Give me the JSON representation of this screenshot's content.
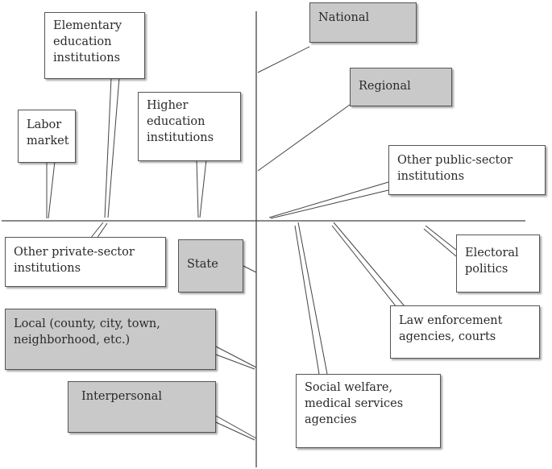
{
  "colors": {
    "shaded_fill": "#c9c9c9",
    "plain_fill": "#ffffff",
    "line": "#444444"
  },
  "labels": {
    "national": "National",
    "regional": "Regional",
    "elementary": "Elementary education institutions",
    "higher": "Higher education institutions",
    "labor": "Labor market",
    "other_public": "Other public-sector institutions",
    "other_private": "Other private-sector institutions",
    "state": "State",
    "electoral": "Electoral politics",
    "law": "Law enforcement agencies, courts",
    "local": "Local (county, city, town, neighborhood, etc.)",
    "social": "Social welfare, medical services agencies",
    "interpersonal": "Interpersonal"
  },
  "shaded": [
    "national",
    "regional",
    "state",
    "local",
    "interpersonal"
  ]
}
